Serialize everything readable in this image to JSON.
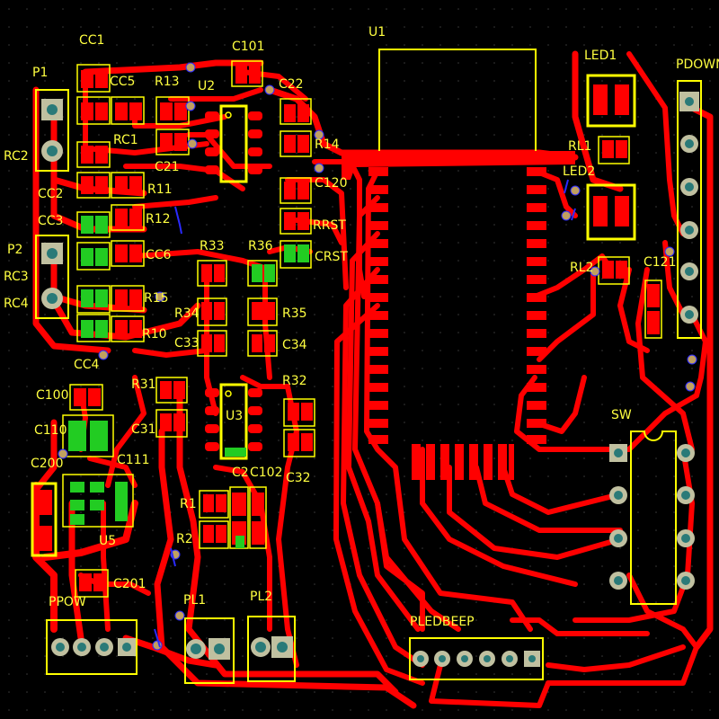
{
  "colors": {
    "background": "#000000",
    "grid": "#3a3a3a",
    "copper_top": "#ff0000",
    "silkscreen": "#ffff00",
    "copper_bottom": "#2a2aff",
    "pad_green": "#22cc22",
    "pad_teal": "#2a7a78",
    "pad_ring": "#c0c0a0"
  },
  "components": {
    "cc1": "CC1",
    "p1": "P1",
    "cc5": "CC5",
    "r13": "R13",
    "u2": "U2",
    "c101": "C101",
    "c22": "C22",
    "rc1": "RC1",
    "rc2": "RC2",
    "r14": "R14",
    "c21": "C21",
    "cc2": "CC2",
    "r11": "R11",
    "c120": "C120",
    "r12": "R12",
    "cc3": "CC3",
    "rrst": "RRST",
    "p2": "P2",
    "r33": "R33",
    "r36": "R36",
    "crst": "CRST",
    "rc3": "RC3",
    "cc6": "CC6",
    "rc4": "RC4",
    "r15": "R15",
    "r34": "R34",
    "r35": "R35",
    "r10": "R10",
    "c33": "C33",
    "c34": "C34",
    "cc4": "CC4",
    "r31": "R31",
    "r32": "R32",
    "c100": "C100",
    "u3": "U3",
    "c31": "C31",
    "c110": "C110",
    "c111": "C111",
    "c200": "C200",
    "c2": "C2",
    "c102": "C102",
    "c32": "C32",
    "r1": "R1",
    "u5": "U5",
    "r2": "R2",
    "c201": "C201",
    "ppow": "PPOW",
    "pl1": "PL1",
    "pl2": "PL2",
    "pledbeep": "PLEDBEEP",
    "u1": "U1",
    "led1": "LED1",
    "rl1": "RL1",
    "led2": "LED2",
    "rl2": "RL2",
    "c121": "C121",
    "sw": "SW",
    "pdown": "PDOWN"
  }
}
